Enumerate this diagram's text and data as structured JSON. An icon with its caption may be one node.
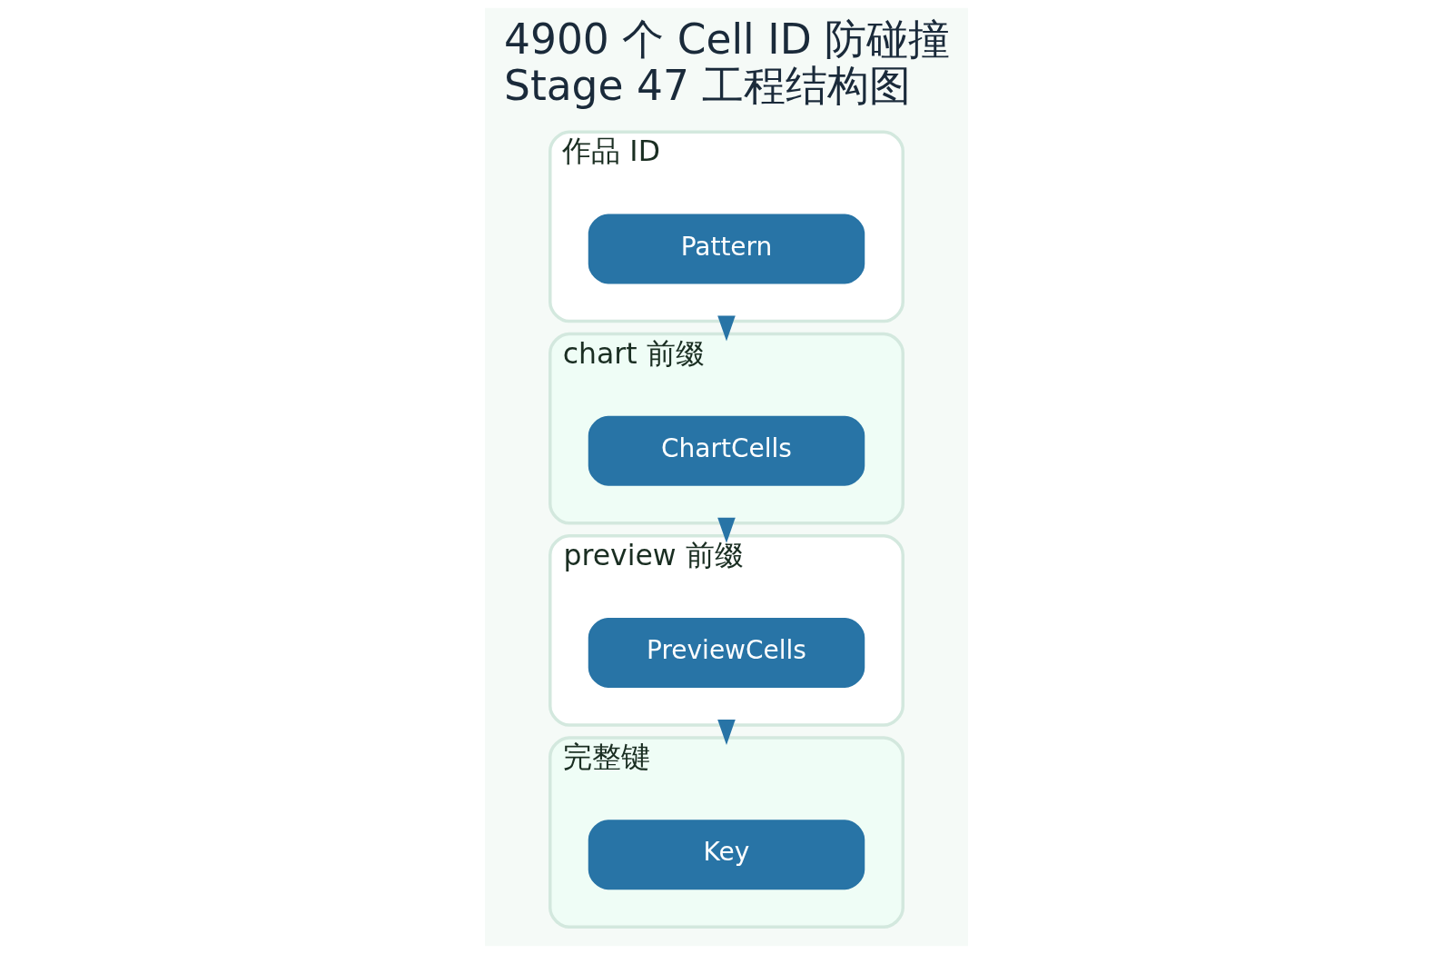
{
  "diagram": {
    "title": "4900 个 Cell ID 防碰撞",
    "caption": "Stage 47 工程结构图",
    "nodes": [
      {
        "text": [
          "作品 ID"
        ]
      },
      {
        "text": [
          "Pattern"
        ],
        "in": 0
      },
      {
        "text": [
          "chart 前缀"
        ]
      },
      {
        "text": [
          "ChartCells"
        ],
        "in": 2
      },
      {
        "text": [
          "preview 前缀"
        ]
      },
      {
        "text": [
          "PreviewCells"
        ],
        "in": 4
      },
      {
        "text": [
          "完整键"
        ]
      },
      {
        "text": [
          "Key"
        ],
        "in": 6
      }
    ],
    "edges": [
      {
        "from": 0,
        "to": 2,
        "arrow": "to"
      },
      {
        "from": 2,
        "to": 4,
        "arrow": "to"
      },
      {
        "from": 4,
        "to": 6,
        "arrow": "to"
      }
    ]
  }
}
